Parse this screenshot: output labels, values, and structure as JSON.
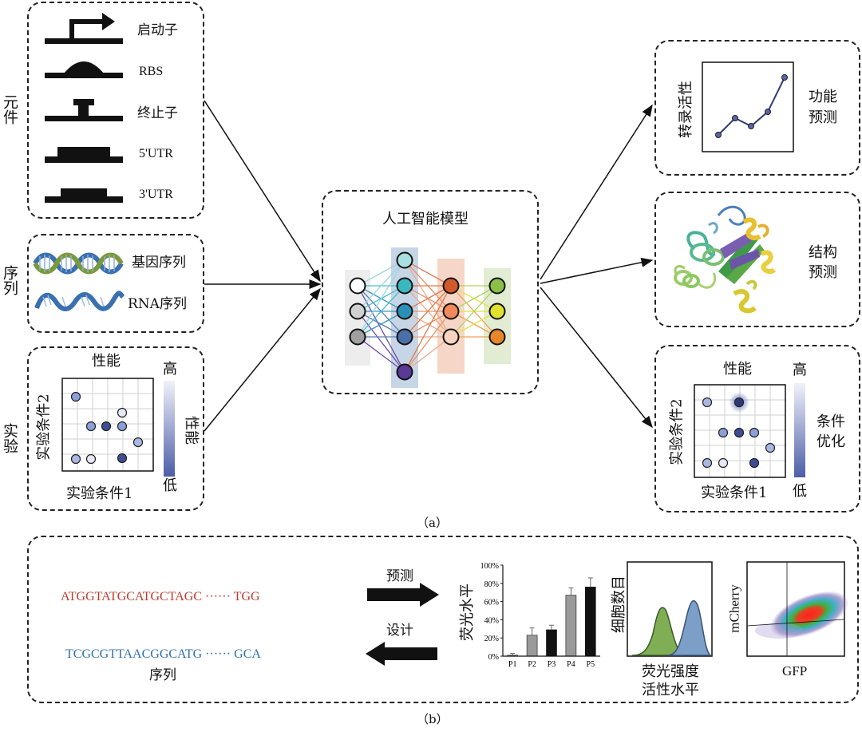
{
  "panel_a": {
    "caption": "（a）",
    "categories": {
      "elements": "元件",
      "sequences": "序列",
      "experiment": "实验"
    },
    "elements": [
      {
        "label": "启动子",
        "icon": "promoter-icon"
      },
      {
        "label": "RBS",
        "icon": "rbs-icon"
      },
      {
        "label": "终止子",
        "icon": "terminator-icon"
      },
      {
        "label": "5'UTR",
        "icon": "utr5-icon"
      },
      {
        "label": "3'UTR",
        "icon": "utr3-icon"
      }
    ],
    "sequences": [
      {
        "label": "基因序列",
        "icon": "dna-double-helix-icon"
      },
      {
        "label": "RNA序列",
        "icon": "rna-helix-icon"
      }
    ],
    "experiment_plot": {
      "title": "性能",
      "xlabel": "实验条件1",
      "ylabel": "实验条件2",
      "colorbar_high": "高",
      "colorbar_low": "低",
      "colorbar_label": "性能"
    },
    "model_title": "人工智能模型",
    "outputs": {
      "function": {
        "ylabel": "转录活性",
        "label_line1": "功能",
        "label_line2": "预测"
      },
      "structure": {
        "label_line1": "结构",
        "label_line2": "预测"
      },
      "optimization": {
        "title": "性能",
        "xlabel": "实验条件1",
        "ylabel": "实验条件2",
        "colorbar_high": "高",
        "colorbar_low": "低",
        "label_line1": "条件",
        "label_line2": "优化"
      }
    }
  },
  "panel_b": {
    "caption": "（b）",
    "seq_red": "ATGGTATGCATGCTAGC ······ TGG",
    "seq_blue": "TCGCGTTAACGGCATG ······ GCA",
    "seq_label": "序列",
    "arrow_predict": "预测",
    "arrow_design": "设计",
    "histogram": {
      "ylabel": "细胞数目",
      "xlabel_line1": "荧光强度",
      "xlabel_line2": "活性水平"
    },
    "flow": {
      "xlabel": "GFP",
      "ylabel": "mCherry"
    }
  },
  "chart_data": {
    "type": "bar",
    "ylabel": "荧光水平",
    "categories": [
      "P1",
      "P2",
      "P3",
      "P4",
      "P5"
    ],
    "values": [
      1,
      23,
      29,
      67,
      76
    ],
    "errors": [
      2,
      8,
      5,
      8,
      10
    ],
    "bar_colors": [
      "#9a9a9a",
      "#9a9a9a",
      "#111111",
      "#9a9a9a",
      "#111111"
    ],
    "ylim": [
      0,
      100
    ],
    "yticks": [
      "0%",
      "20%",
      "40%",
      "60%",
      "80%",
      "100%"
    ]
  },
  "colors": {
    "seq_red": "#c0392b",
    "seq_blue": "#2e6fb0"
  }
}
